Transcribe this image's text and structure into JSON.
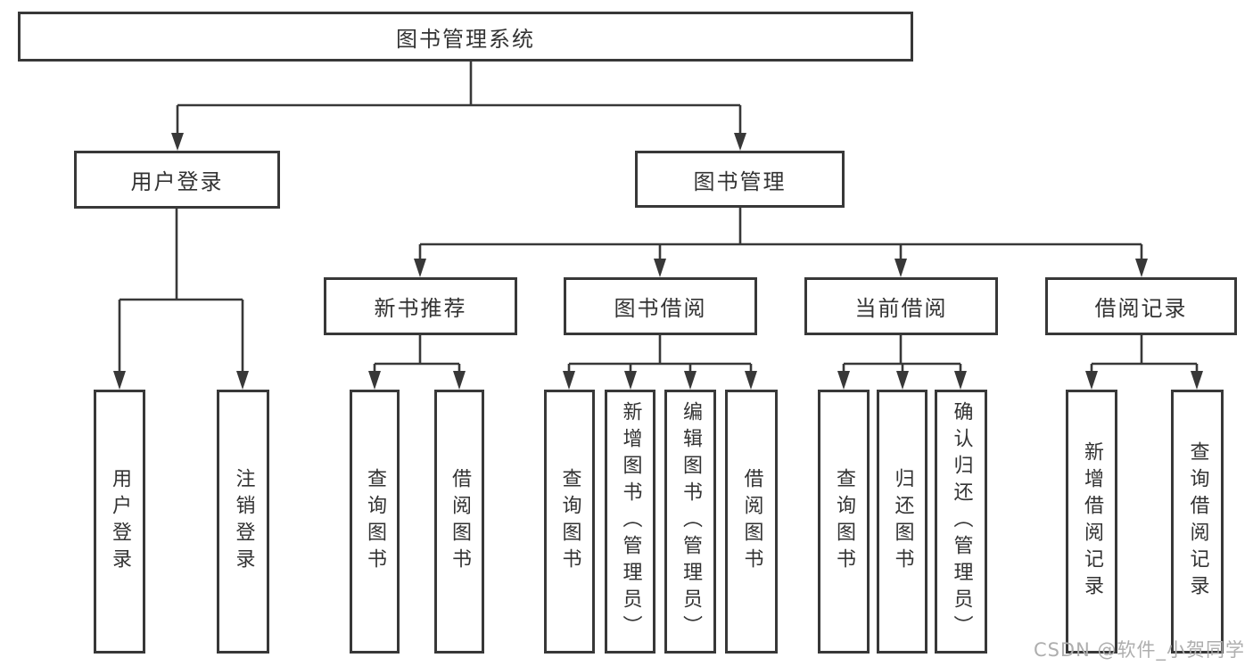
{
  "tree": {
    "label": "图书管理系统",
    "children": [
      {
        "label": "用户登录",
        "children": [
          {
            "label": "用户登录"
          },
          {
            "label": "注销登录"
          }
        ]
      },
      {
        "label": "图书管理",
        "children": [
          {
            "label": "新书推荐",
            "children": [
              {
                "label": "查询图书"
              },
              {
                "label": "借阅图书"
              }
            ]
          },
          {
            "label": "图书借阅",
            "children": [
              {
                "label": "查询图书"
              },
              {
                "label": "新增图书（管理员）"
              },
              {
                "label": "编辑图书（管理员）"
              },
              {
                "label": "借阅图书"
              }
            ]
          },
          {
            "label": "当前借阅",
            "children": [
              {
                "label": "查询图书"
              },
              {
                "label": "归还图书"
              },
              {
                "label": "确认归还（管理员）"
              }
            ]
          },
          {
            "label": "借阅记录",
            "children": [
              {
                "label": "新增借阅记录"
              },
              {
                "label": "查询借阅记录"
              }
            ]
          }
        ]
      }
    ]
  },
  "watermark": {
    "text": "CSDN @软件_小贺同学"
  },
  "colors": {
    "line": "#383838",
    "text": "#333333",
    "box_fill": "#ffffff",
    "watermark": "#aeaeae"
  }
}
